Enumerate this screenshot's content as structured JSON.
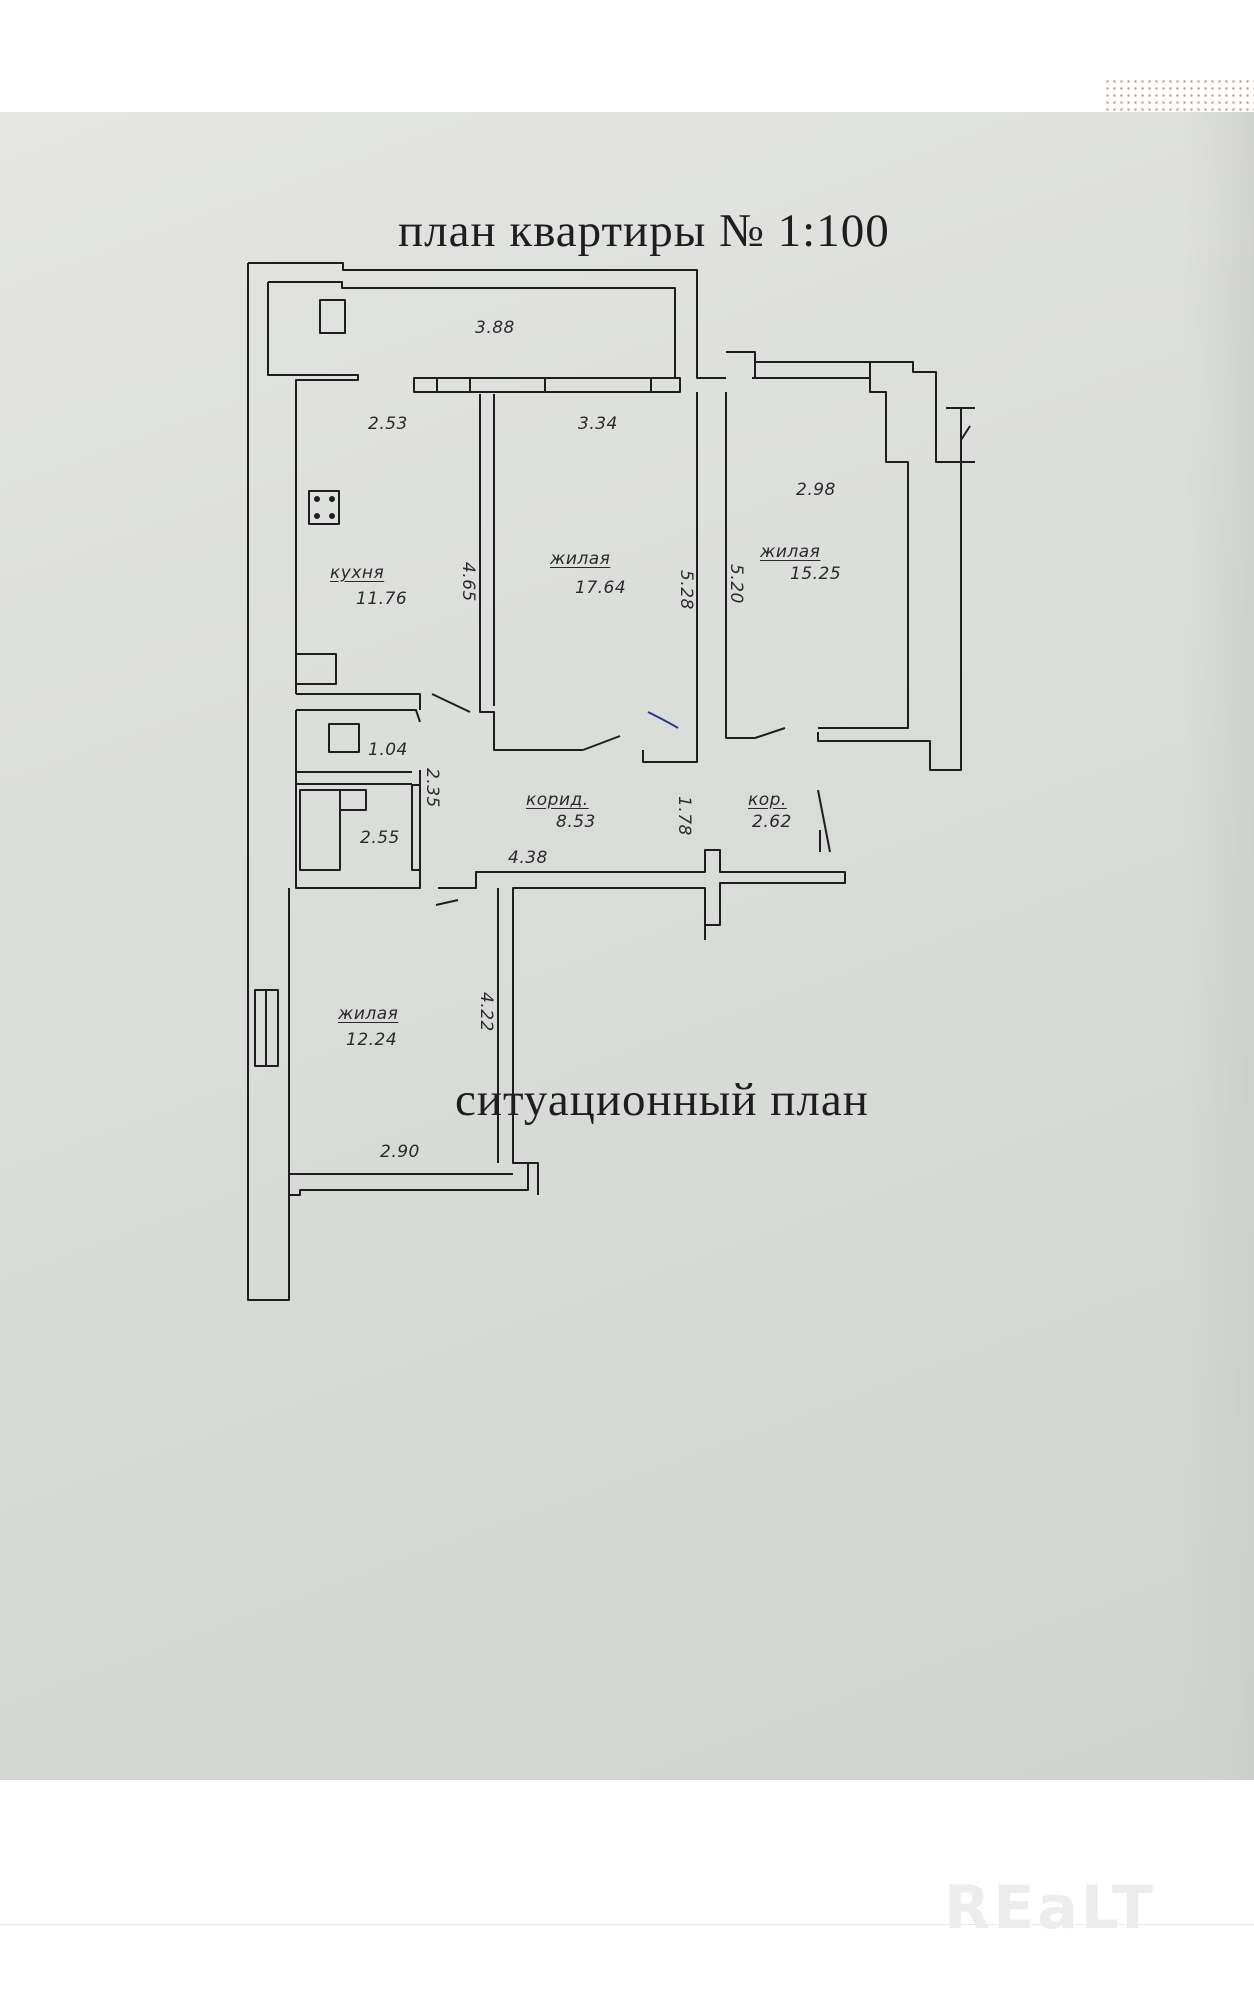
{
  "document": {
    "title": "план квартиры № 1:100",
    "subtitle": "ситуационный план"
  },
  "rooms": {
    "kitchen": {
      "name": "кухня",
      "area": "11.76"
    },
    "living_center": {
      "name": "жилая",
      "area": "17.64"
    },
    "living_right": {
      "name": "жилая",
      "area": "15.25"
    },
    "living_bottom": {
      "name": "жилая",
      "area": "12.24"
    },
    "corridor": {
      "name": "корид.",
      "area": "8.53"
    },
    "corridor_small": {
      "name": "кор.",
      "area": "2.62"
    },
    "toilet": {
      "area": "1.04"
    },
    "bathroom": {
      "area": "2.55"
    }
  },
  "dimensions": {
    "balcony": "3.88",
    "kitchen_width": "2.53",
    "center_width": "3.34",
    "right_width": "2.98",
    "kitchen_length": "4.65",
    "center_length": "5.28",
    "right_length": "5.20",
    "bath_length": "2.35",
    "corridor_length": "4.38",
    "corridor_width": "1.78",
    "bottom_length": "4.22",
    "bottom_width": "2.90"
  },
  "watermark": "REaLT",
  "colors": {
    "paper": "#dcdedc",
    "ink": "#1e1e1e"
  }
}
